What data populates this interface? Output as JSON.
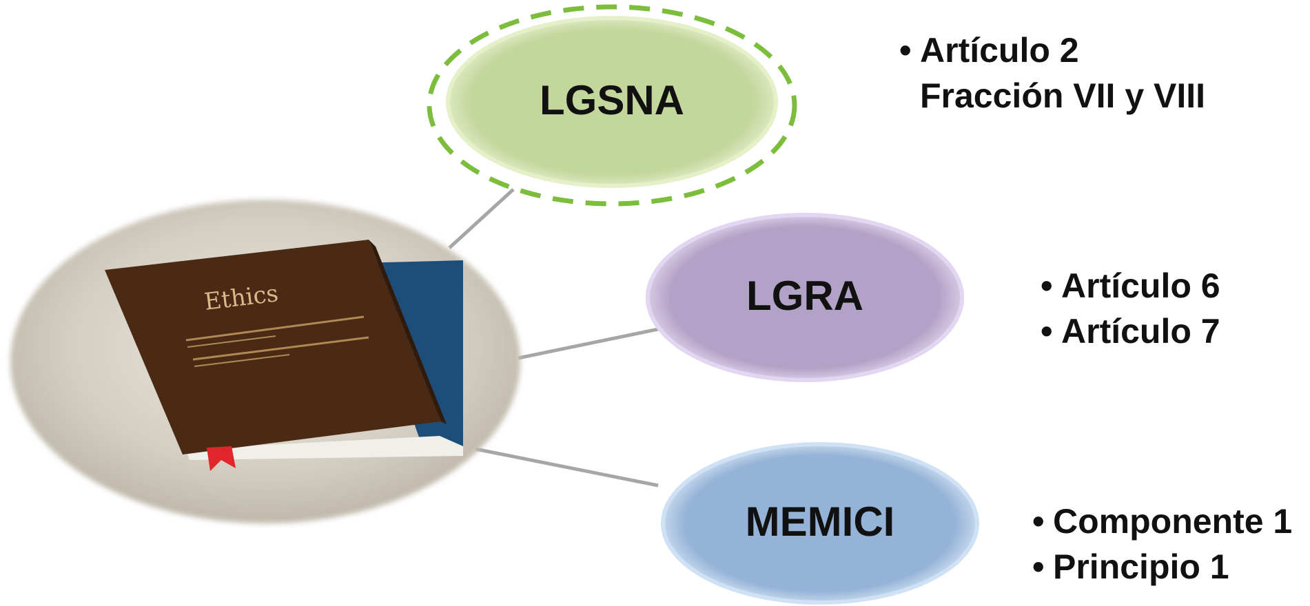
{
  "center": {
    "image": "ethics-book-image",
    "book_title": "Ethics"
  },
  "nodes": [
    {
      "id": "lgsna",
      "label": "LGSNA",
      "fill": "#c3d69b",
      "glow": "#e6f0c8",
      "outline": "#7dbd3c",
      "bullets": [
        {
          "text": "Artículo 2",
          "continuation": "Fracción VII y  VIII"
        }
      ]
    },
    {
      "id": "lgra",
      "label": "LGRA",
      "fill": "#b3a2c7",
      "glow": "#e3d6f2",
      "bullets": [
        {
          "text": "Artículo 6"
        },
        {
          "text": "Artículo 7"
        }
      ]
    },
    {
      "id": "memici",
      "label": "MEMICI",
      "fill": "#95b3d7",
      "glow": "#cfe2f5",
      "bullets": [
        {
          "text": "Componente  1"
        },
        {
          "text": "Principio 1"
        }
      ]
    }
  ],
  "colors": {
    "connector": "#a6a6a6",
    "center_fill": "#cfc9bd",
    "book_cover": "#4a2a14",
    "book_back": "#1d4e7a",
    "bookmark": "#e0262b"
  }
}
